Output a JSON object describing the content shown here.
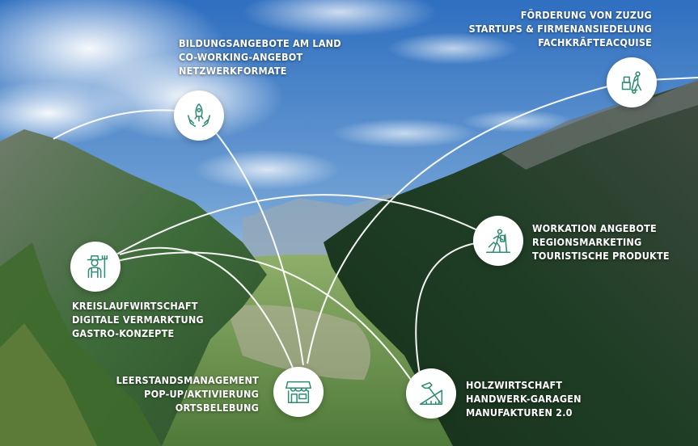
{
  "colors": {
    "icon_stroke": "#2e8b74",
    "arc_line": "#ffffff",
    "label_text": "#ffffff"
  },
  "topics": [
    {
      "id": "bildung",
      "icon": "rocket-in-hands-icon",
      "lines": [
        "BILDUNGSANGEBOTE AM LAND",
        "CO-WORKING-ANGEBOT",
        "NETZWERKFORMATE"
      ]
    },
    {
      "id": "zuzug",
      "icon": "moving-boxes-hand-truck-icon",
      "lines": [
        "FÖRDERUNG VON ZUZUG",
        "STARTUPS & FIRMENANSIEDELUNG",
        "FACHKRÄFTEACQUISE"
      ]
    },
    {
      "id": "workation",
      "icon": "hiker-icon",
      "lines": [
        "WORKATION ANGEBOTE",
        "REGIONSMARKETING",
        "TOURISTISCHE PRODUKTE"
      ]
    },
    {
      "id": "kreislauf",
      "icon": "farmer-with-pitchfork-icon",
      "lines": [
        "KREISLAUFWIRTSCHAFT",
        "DIGITALE VERMARKTUNG",
        "GASTRO-KONZEPTE"
      ]
    },
    {
      "id": "leerstand",
      "icon": "shop-storefront-icon",
      "lines": [
        "LEERSTANDSMANAGEMENT",
        "POP-UP/AKTIVIERUNG",
        "ORTSBELEBUNG"
      ]
    },
    {
      "id": "holz",
      "icon": "hammer-and-ruler-icon",
      "lines": [
        "HOLZWIRTSCHAFT",
        "HANDWERK-GARAGEN",
        "MANUFAKTUREN 2.0"
      ]
    }
  ]
}
